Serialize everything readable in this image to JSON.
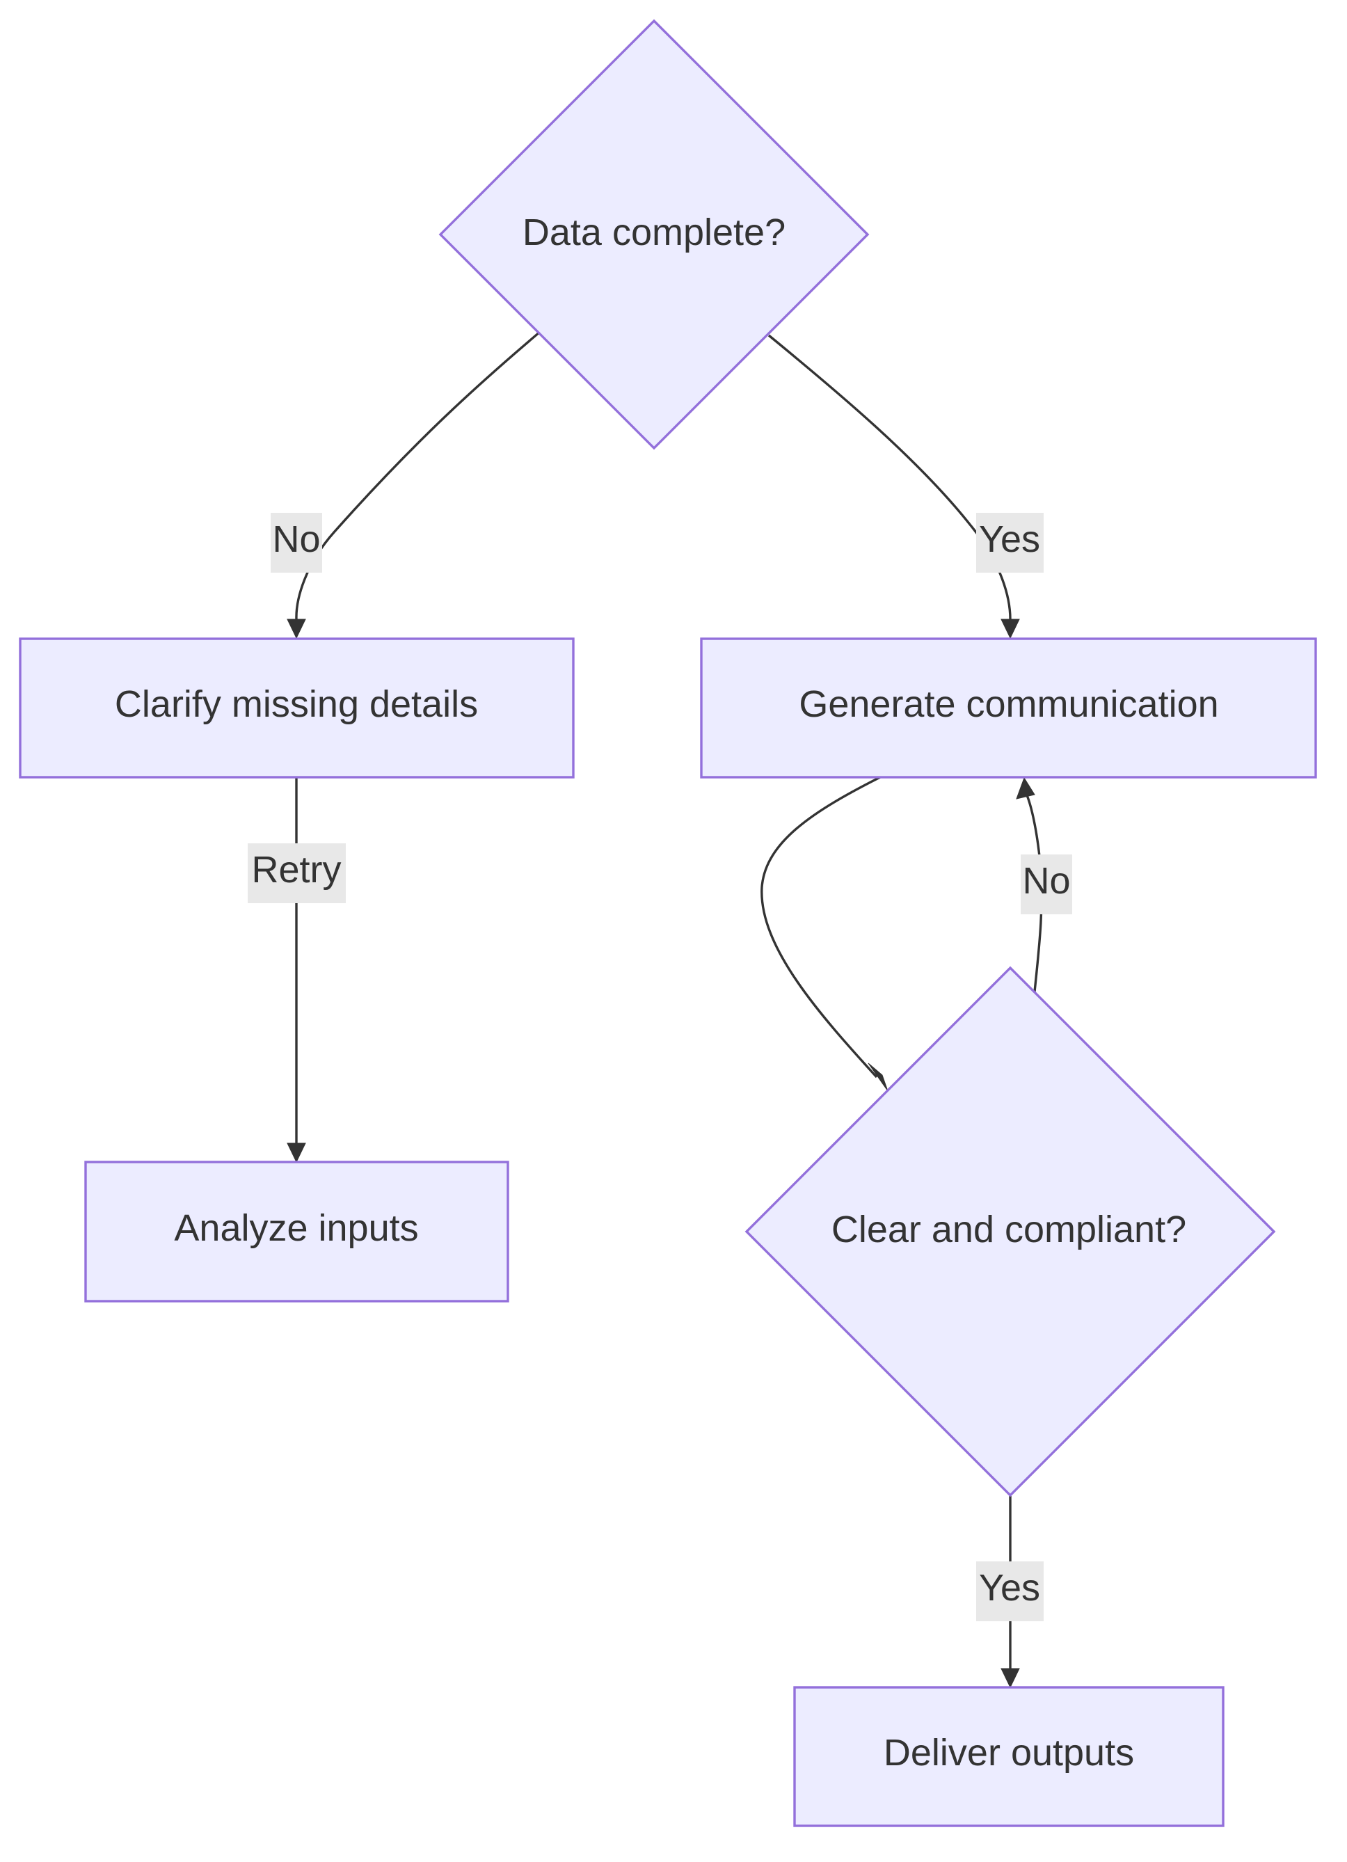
{
  "diagram": {
    "type": "flowchart",
    "colors": {
      "node_fill": "#ECECFF",
      "node_stroke": "#9370DB",
      "edge_stroke": "#333333",
      "label_background": "#E8E8E8",
      "text": "#333333"
    },
    "nodes": {
      "data_complete": {
        "label": "Data complete?",
        "shape": "diamond"
      },
      "clarify": {
        "label": "Clarify missing details",
        "shape": "rectangle"
      },
      "generate": {
        "label": "Generate communication",
        "shape": "rectangle"
      },
      "analyze": {
        "label": "Analyze inputs",
        "shape": "rectangle"
      },
      "clear_compliant": {
        "label": "Clear and compliant?",
        "shape": "diamond"
      },
      "deliver": {
        "label": "Deliver outputs",
        "shape": "rectangle"
      }
    },
    "edges": [
      {
        "from": "Data complete?",
        "to": "Clarify missing details",
        "label": "No"
      },
      {
        "from": "Data complete?",
        "to": "Generate communication",
        "label": "Yes"
      },
      {
        "from": "Clarify missing details",
        "to": "Analyze inputs",
        "label": "Retry"
      },
      {
        "from": "Generate communication",
        "to": "Clear and compliant?",
        "label": ""
      },
      {
        "from": "Clear and compliant?",
        "to": "Generate communication",
        "label": "No"
      },
      {
        "from": "Clear and compliant?",
        "to": "Deliver outputs",
        "label": "Yes"
      }
    ]
  }
}
